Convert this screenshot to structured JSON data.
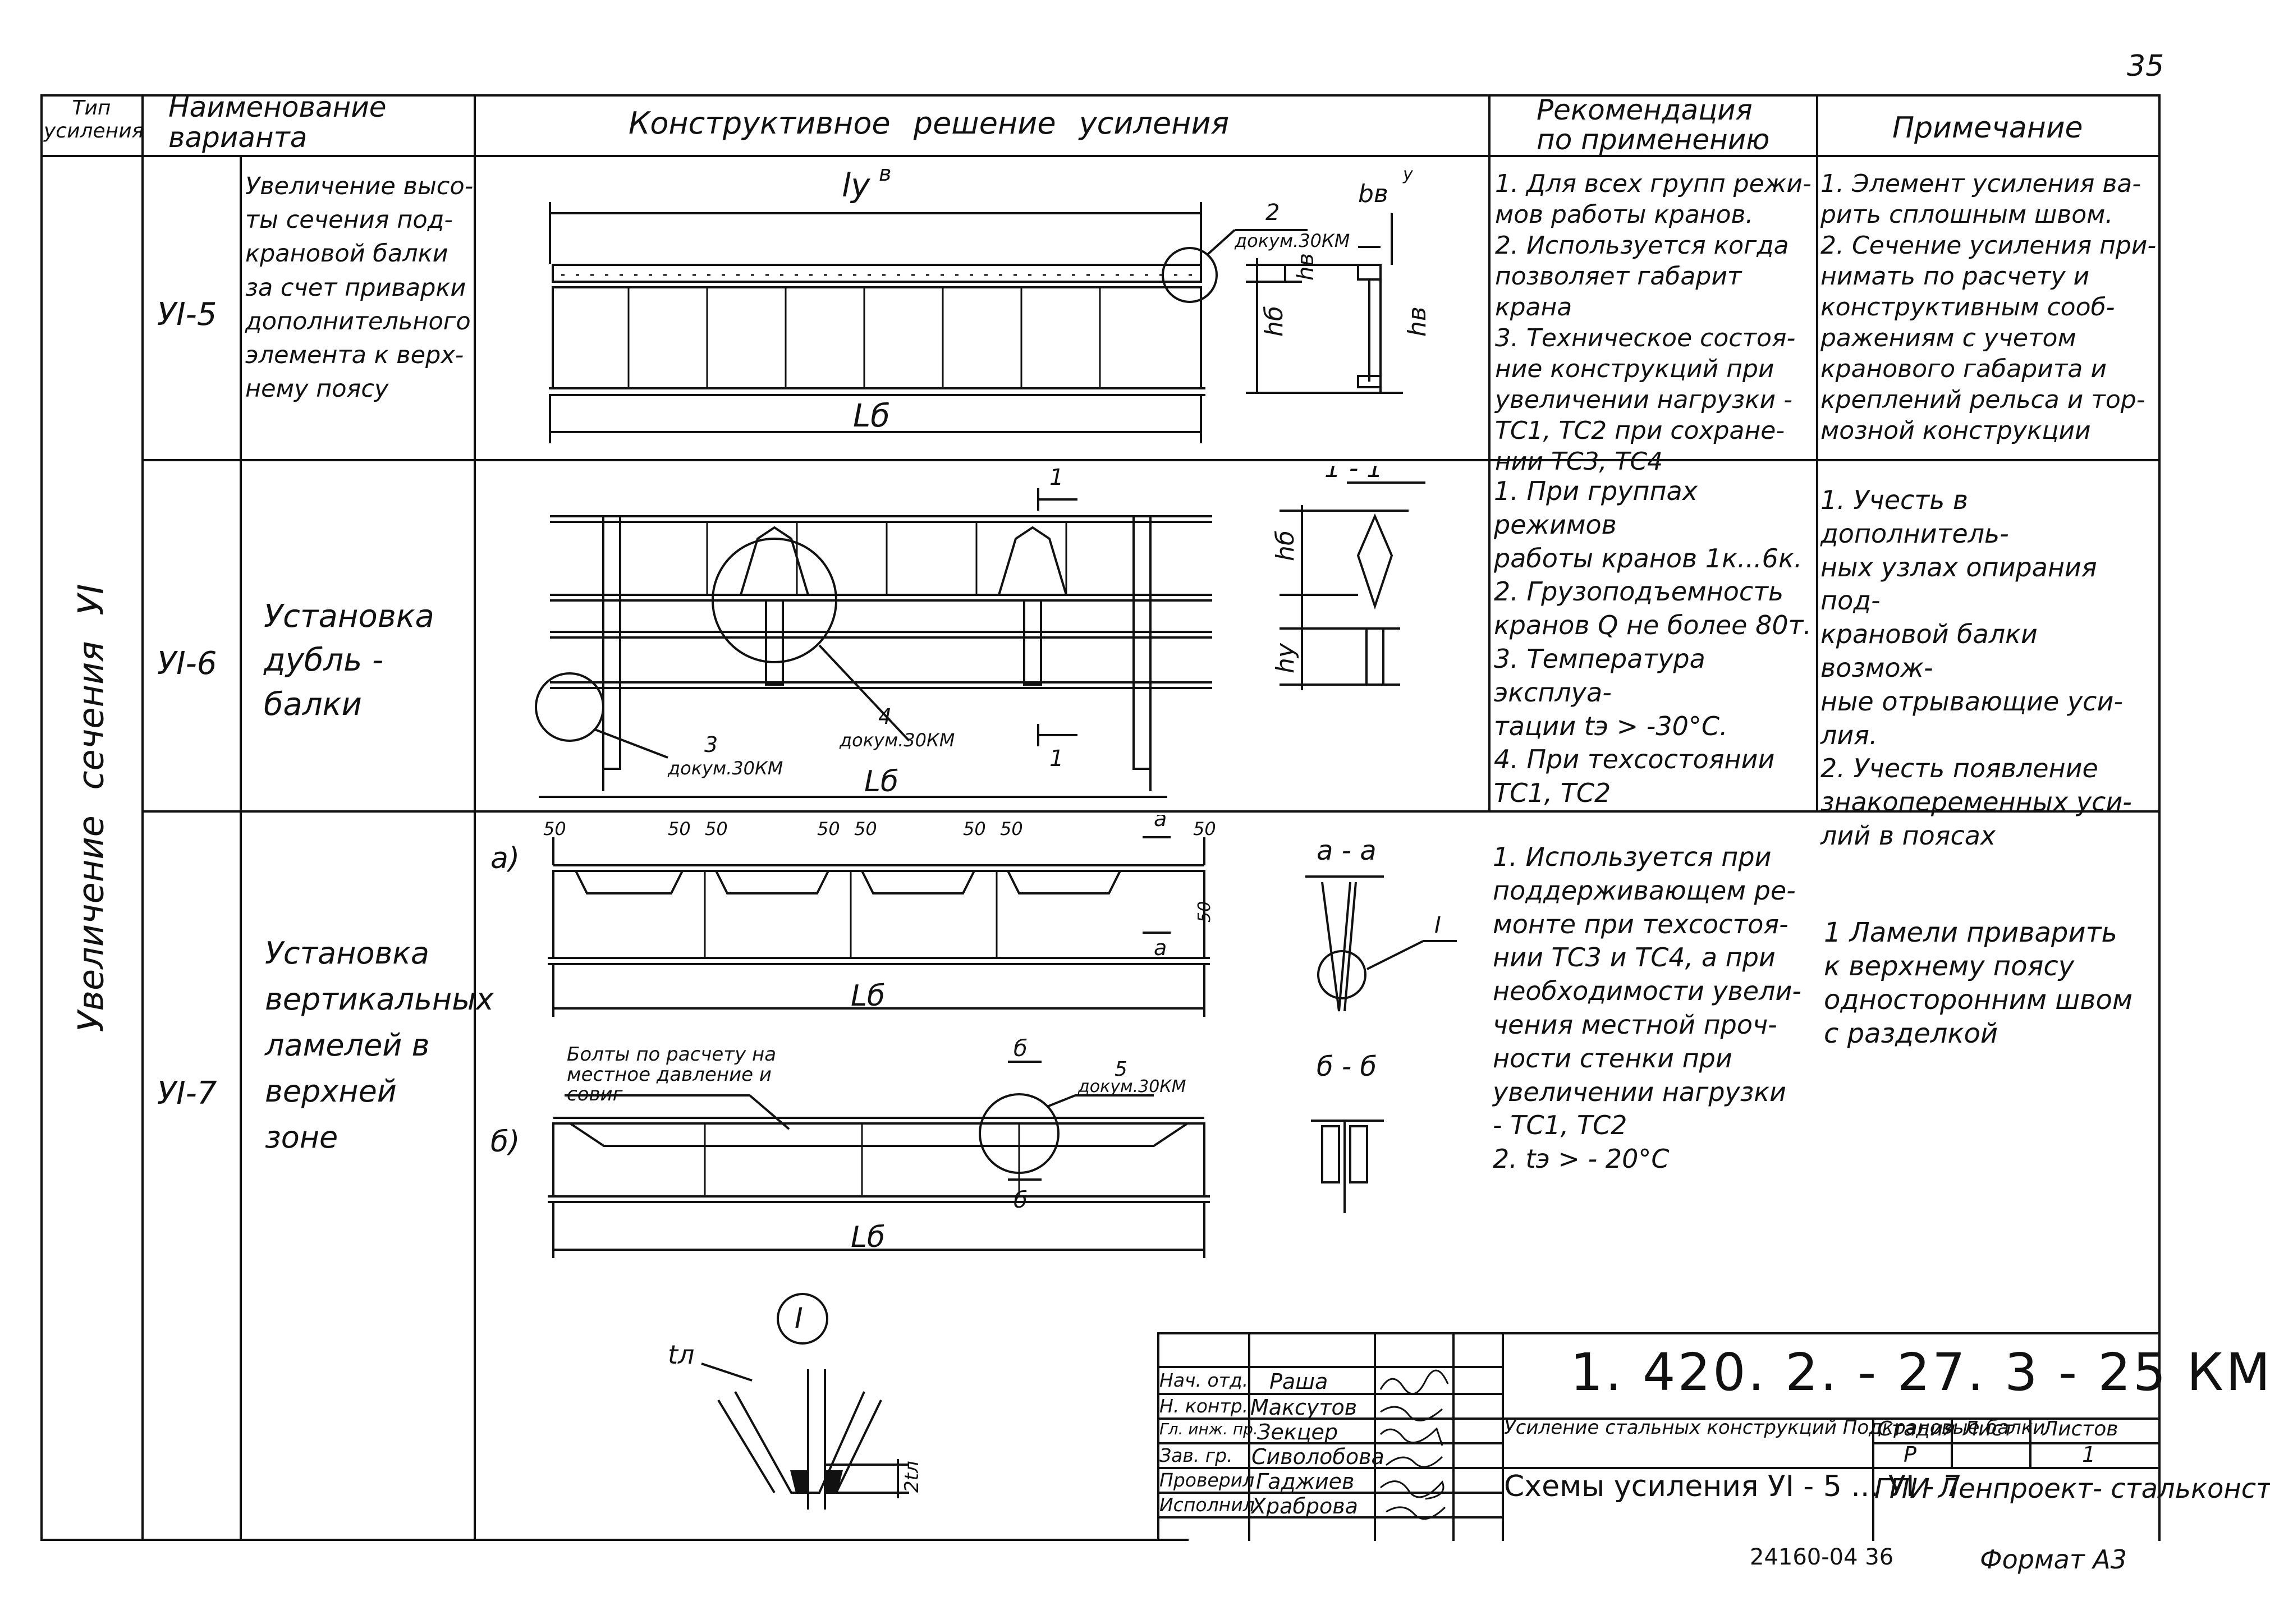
{
  "page_number": "35",
  "header": {
    "col_type": "Тип\nусиления",
    "col_variant": "Наименование\nварианта",
    "col_solution": "Конструктивное решение усиления",
    "col_recommendation": "Рекомендация\nпо применению",
    "col_note": "Примечание"
  },
  "group_label": "Увеличение сечения УI",
  "rows": [
    {
      "code": "УI-5",
      "name": "Увеличение высо-\nты сечения под-\nкрановой балки\nза счет приварки\nдополнительного\nэлемента к верх-\nнему поясу",
      "recommendation": "1. Для всех групп режи-\nмов работы кранов.\n2. Используется когда\nпозволяет габарит крана\n3. Техническое состоя-\nние конструкций при\nувеличении нагрузки -\nТС1, ТС2 при сохране-\nнии ТС3, ТС4",
      "note": "1. Элемент усиления ва-\nрить сплошным швом.\n2. Сечение усиления при-\nнимать по расчету и\nконструктивным сооб-\nражениям с учетом\nкранового габарита и\nкреплений рельса и тор-\nмозной конструкции",
      "labels": {
        "top_dim": "lу",
        "top_sup": "в",
        "callout_num": "2",
        "callout_doc": "докум.30КМ",
        "hb": "hб",
        "hv": "hв",
        "bv": "bв",
        "hvy": "hв",
        "sup_y": "у",
        "length": "Lб"
      }
    },
    {
      "code": "УI-6",
      "name": "Установка\nдубль - балки",
      "recommendation": "1. При группах режимов\nработы кранов 1к...6к.\n2. Грузоподъемность\nкранов Q не более 80т.\n3. Температура эксплуа-\nтации tэ > -30°С.\n4. При техсостоянии\nТС1, ТС2",
      "note": "1. Учесть в дополнитель-\nных узлах опирания под-\nкрановой балки возмож-\nные отрывающие уси-\nлия.\n2. Учесть появление\nзнакопеременных уси-\nлий в поясах",
      "labels": {
        "section": "1 - 1",
        "cut": "1",
        "hb": "hб",
        "hy": "hу",
        "callout3_num": "3",
        "callout3_doc": "докум.30КМ",
        "callout4_num": "4",
        "callout4_doc": "докум.30КМ",
        "length": "Lб"
      }
    },
    {
      "code": "УI-7",
      "name": "Установка\nвертикальных\nламелей в\nверхней зоне",
      "recommendation": "1. Используется при\nподдерживающем ре-\nмонте при техсостоя-\nнии ТС3 и ТС4, а при\nнеобходимости увели-\nчения местной проч-\nности стенки при\nувеличении нагрузки\n- ТС1, ТС2\n2. tэ > - 20°С",
      "note": "1 Ламели приварить\nк верхнему поясу\nодносторонним швом\nс разделкой",
      "labels": {
        "a": "а)",
        "b": "б)",
        "dim50": "50",
        "cut_a": "а",
        "section_aa": "а - а",
        "section_bb": "б - б",
        "cut_b": "б",
        "length": "Lб",
        "bolts": "Болты по расчету на\nместное давление и\nсовиг",
        "callout5_num": "5",
        "callout5_doc": "докум.30КМ",
        "node": "I",
        "detail_node": "I",
        "t_label": "tл",
        "t2_label": "2tл"
      }
    }
  ],
  "title_block": {
    "code": "1. 420. 2. - 27. 3 - 25 КМ",
    "project": "Усиление стальных конструкций\nПодкрановые балки",
    "stage_h": "Стадия",
    "sheet_h": "Лист",
    "sheets_h": "Листов",
    "stage": "Р",
    "sheet": "",
    "sheets": "1",
    "title": "Схемы усиления\nУI - 5 ... УI - 7",
    "org": "ГПИ Ленпроект-\nстальконструкция",
    "people": [
      {
        "role": "Нач. отд.",
        "name": "Раша"
      },
      {
        "role": "Н. контр.",
        "name": "Максутов"
      },
      {
        "role": "Гл. инж. пр.",
        "name": "Зекцер"
      },
      {
        "role": "Зав. гр.",
        "name": "Сиволобова"
      },
      {
        "role": "Проверил",
        "name": "Гаджиев"
      },
      {
        "role": "Исполнил",
        "name": "Храброва"
      }
    ]
  },
  "footer": {
    "number": "24160-04 36",
    "format": "Формат А3"
  }
}
